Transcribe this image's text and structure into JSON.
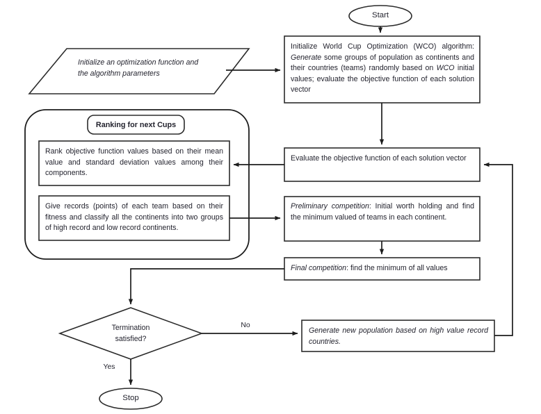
{
  "diagram": {
    "title": "World Cup Optimization (WCO) algorithm flowchart",
    "palette": {
      "stroke": "#1d1d1d",
      "shape_fill": "#ffffff",
      "text": "#23232e",
      "background": "#ffffff"
    },
    "nodes": {
      "start": {
        "shape": "terminator",
        "label": "Start"
      },
      "input_params": {
        "shape": "parallelogram",
        "label": "Initialize an optimization function and the algorithm parameters",
        "style": "italic"
      },
      "initialize": {
        "shape": "process",
        "label_html": "Initialize World Cup Optimization (WCO) algorithm: <i>Generate</i> some groups of population as continents and their countries (teams) randomly based on <i>WCO</i> initial values; evaluate the objective function of each solution vector",
        "label": "Initialize World Cup Optimization (WCO) algorithm: Generate some groups of population as continents and their countries (teams) randomly based on WCO initial values; evaluate the objective function of each solution vector"
      },
      "evaluate": {
        "shape": "process",
        "label": "Evaluate the objective function of each solution vector"
      },
      "preliminary": {
        "shape": "process",
        "label_html": "<i>Preliminary competition</i>: Initial worth holding and find the minimum valued of teams in each continent.",
        "label": "Preliminary competition: Initial worth holding and find the minimum valued of teams in each continent."
      },
      "final": {
        "shape": "process",
        "label_html": "<i>Final competition</i>: find the minimum of all values",
        "label": "Final competition: find the minimum of all values"
      },
      "ranking_group": {
        "shape": "group",
        "label": "Ranking for next Cups"
      },
      "rank_values": {
        "shape": "process",
        "label": "Rank objective function values based on their mean value and standard deviation values among their components."
      },
      "give_records": {
        "shape": "process",
        "label": "Give records (points) of each team based on their fitness and classify all the continents into two groups of high record and low record continents."
      },
      "termination": {
        "shape": "decision",
        "label_line1": "Termination",
        "label_line2": "satisfied?"
      },
      "generate_new": {
        "shape": "process",
        "label_html": "<i>Generate new population based on high value record countries.</i>",
        "label": "Generate new population based on high value record countries."
      },
      "stop": {
        "shape": "terminator",
        "label": "Stop"
      }
    },
    "edge_labels": {
      "no": "No",
      "yes": "Yes"
    }
  }
}
